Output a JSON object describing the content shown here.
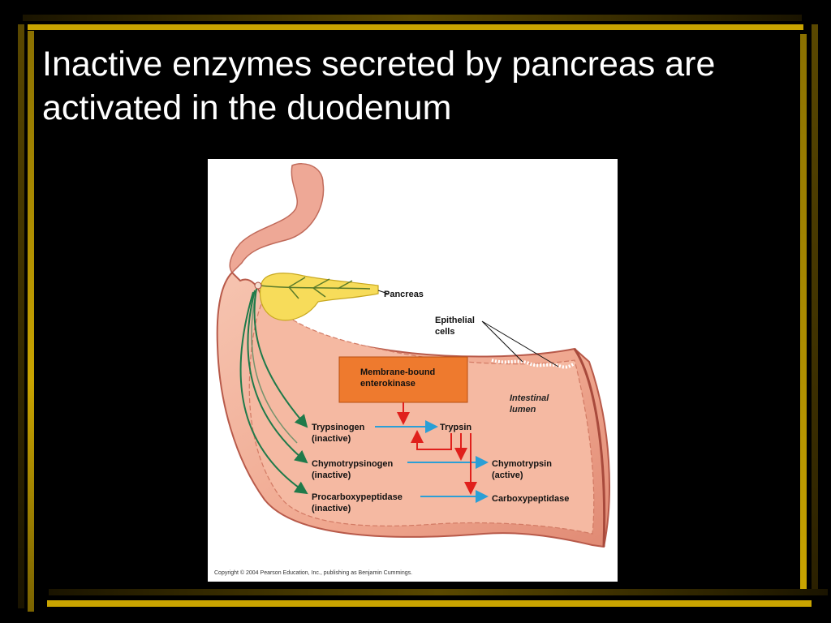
{
  "slide": {
    "title_line1": "Inactive enzymes secreted by pancreas are",
    "title_line2": "activated in the duodenum"
  },
  "figure": {
    "labels": {
      "pancreas": "Pancreas",
      "epithelial_line1": "Epithelial",
      "epithelial_line2": "cells",
      "enterokinase_line1": "Membrane-bound",
      "enterokinase_line2": "enterokinase",
      "lumen_line1": "Intestinal",
      "lumen_line2": "lumen"
    },
    "zymogens": [
      {
        "name": "Trypsinogen",
        "state": "(inactive)"
      },
      {
        "name": "Chymotrypsinogen",
        "state": "(inactive)"
      },
      {
        "name": "Procarboxypeptidase",
        "state": "(inactive)"
      }
    ],
    "active_enzymes": [
      {
        "name": "Trypsin",
        "state": ""
      },
      {
        "name": "Chymotrypsin",
        "state": "(active)"
      },
      {
        "name": "Carboxypeptidase",
        "state": ""
      }
    ],
    "copyright": "Copyright © 2004 Pearson Education, Inc., publishing as Benjamin Cummings."
  },
  "colors": {
    "gold_border": "#c9a400",
    "enterokinase_box": "#ee7a2e",
    "conversion_arrow": "#2a9fd6",
    "activation_arrow": "#e0201c",
    "secretion_arrow": "#1f7a4a"
  }
}
